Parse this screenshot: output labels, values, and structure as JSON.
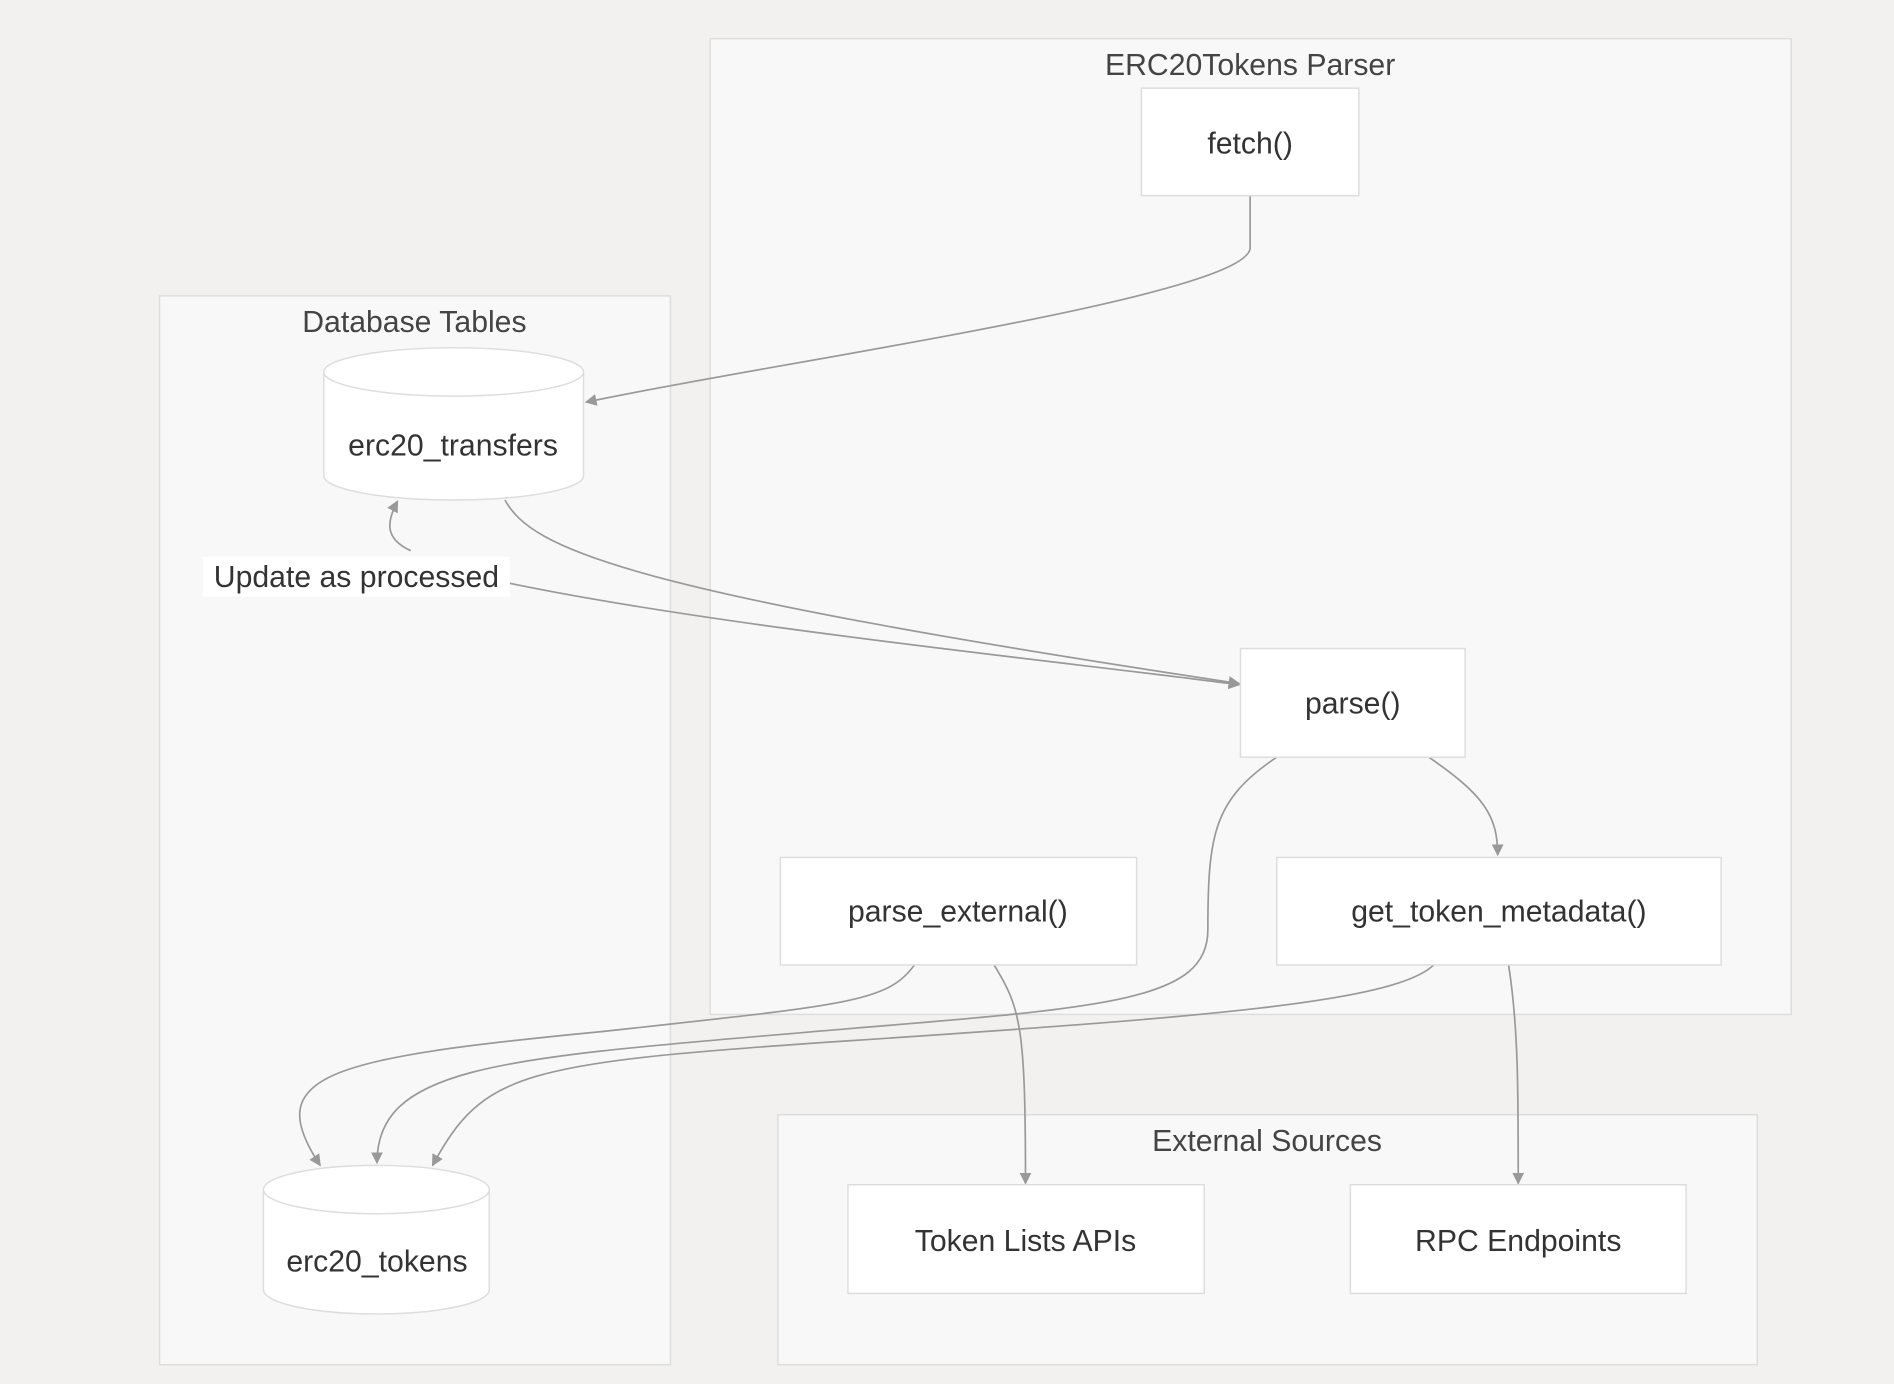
{
  "clusters": {
    "parser": "ERC20Tokens Parser",
    "database": "Database Tables",
    "external": "External Sources"
  },
  "nodes": {
    "fetch": "fetch()",
    "parse": "parse()",
    "parse_external": "parse_external()",
    "get_token_metadata": "get_token_metadata()",
    "erc20_transfers": "erc20_transfers",
    "erc20_tokens": "erc20_tokens",
    "token_lists": "Token Lists APIs",
    "rpc": "RPC Endpoints"
  },
  "edge_labels": {
    "update": "Update as processed"
  },
  "colors": {
    "background": "#f2f1ef",
    "cluster_fill": "#f8f8f8",
    "border": "#dddddd",
    "edge": "#999999"
  }
}
